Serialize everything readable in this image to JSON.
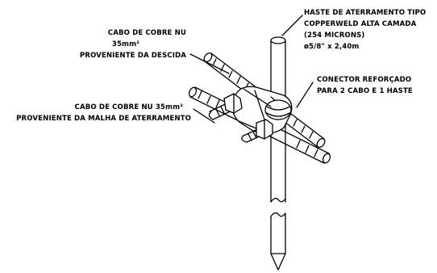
{
  "labels": {
    "cabo_descida": {
      "line1": "CABO DE COBRE NU",
      "line2": "35mm²",
      "line3": "PROVENIENTE DA DESCIDA"
    },
    "cabo_malha": {
      "line1": "CABO DE COBRE NU 35mm²",
      "line2": "PROVENIENTE DA MALHA DE ATERRAMENTO"
    },
    "haste": {
      "line1": "HASTE DE ATERRAMENTO TIPO",
      "line2": "COPPERWELD ALTA CAMADA",
      "line3": "(254 MICRONS)",
      "line4": "ø5/8\" x 2,40m"
    },
    "conector": {
      "line1": "CONECTOR REFORÇADO",
      "line2": "PARA 2 CABO E 1 HASTE"
    }
  },
  "colors": {
    "ink": "#000000",
    "paper": "#ffffff"
  }
}
